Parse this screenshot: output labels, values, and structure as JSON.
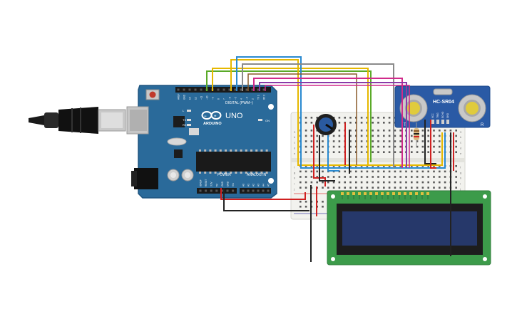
{
  "arduino": {
    "brand": "ARDUINO",
    "model": "UNO",
    "digital_label": "DIGITAL (PWM~)",
    "power_label": "POWER",
    "analog_label": "ANALOG IN",
    "on_label": "ON",
    "tx_label": "TX",
    "rx_label": "RX",
    "l_label": "L",
    "aref_label": "AREF",
    "gnd_label": "GND",
    "digital_pins": [
      "13",
      "12",
      "~11",
      "~10",
      "~9",
      "8",
      "7",
      "~6",
      "~5",
      "4",
      "~3",
      "2",
      "TX 1",
      "RX 0"
    ],
    "power_pins": [
      "IOREF",
      "RESET",
      "3.3V",
      "5V",
      "GND",
      "GND",
      "Vin"
    ],
    "analog_pins": [
      "A0",
      "A1",
      "A2",
      "A3",
      "A4",
      "A5"
    ]
  },
  "sensor": {
    "model": "HC-SR04",
    "pins": [
      "VCC",
      "TRIG",
      "ECHO",
      "GND"
    ],
    "left_mark": "T",
    "right_mark": "R"
  },
  "breadboard": {
    "row_letters": [
      "a",
      "b",
      "c",
      "d",
      "e",
      "f",
      "g",
      "h",
      "i",
      "j"
    ]
  },
  "colors": {
    "arduino_board": "#2a6a9a",
    "breadboard": "#f2f2ee",
    "lcd_board": "#3c9b4a",
    "lcd_screen": "#26386a",
    "sensor_board": "#2a5aa5",
    "wire_red": "#d02020",
    "wire_black": "#222222",
    "wire_yellow": "#e6b800",
    "wire_orange": "#f08c1a",
    "wire_green": "#5aaa28",
    "wire_blue": "#2a8ad0",
    "wire_purple": "#8a3aa8",
    "wire_magenta": "#d02a8a",
    "wire_gray": "#8a8a8a",
    "wire_brown": "#8a5a2a"
  }
}
